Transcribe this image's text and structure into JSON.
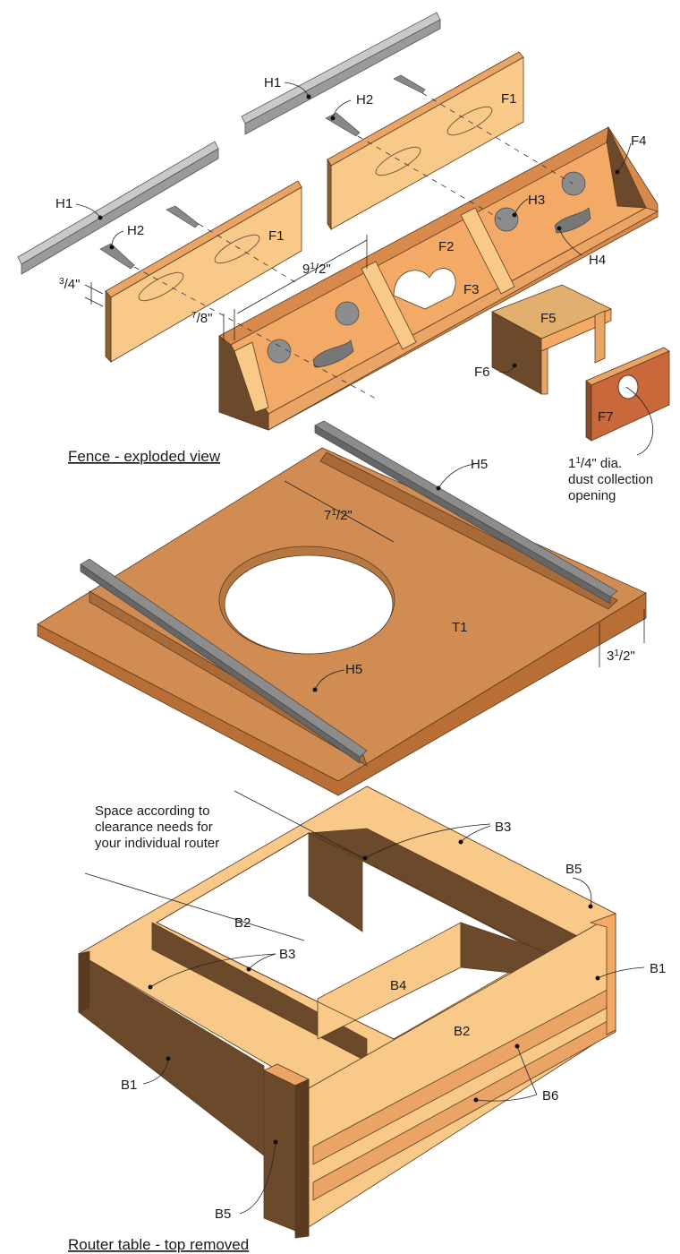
{
  "fence": {
    "caption": "Fence - exploded view",
    "labels": {
      "h1_top": "H1",
      "h1_left": "H1",
      "h2_top": "H2",
      "h2_left": "H2",
      "f1_top": "F1",
      "f1_left": "F1",
      "f2": "F2",
      "f3": "F3",
      "f4": "F4",
      "h3": "H3",
      "h4": "H4",
      "f5": "F5",
      "f6": "F6",
      "f7": "F7"
    },
    "dimensions": {
      "board_thickness": {
        "whole": "",
        "num": "3",
        "den": "/4\""
      },
      "knob_spacing": {
        "whole": "9",
        "num": "1",
        "den": "/2\""
      },
      "offset": {
        "whole": "",
        "num": "7",
        "den": "/8\""
      }
    },
    "dust_note": {
      "whole": "1",
      "num": "1",
      "den": "/4\" dia.",
      "line2": "dust collection",
      "line3": "opening"
    }
  },
  "table_top": {
    "labels": {
      "h5_right": "H5",
      "h5_left": "H5",
      "t1": "T1"
    },
    "dimensions": {
      "hole_offset": {
        "whole": "7",
        "num": "1",
        "den": "/2\""
      },
      "edge_offset": {
        "whole": "3",
        "num": "1",
        "den": "/2\""
      }
    }
  },
  "base": {
    "caption": "Router table - top removed",
    "note": [
      "Space according to",
      "clearance needs for",
      "your individual router"
    ],
    "labels": {
      "b3_top": "B3",
      "b3_left": "B3",
      "b5_right": "B5",
      "b5_left": "B5",
      "b2_back": "B2",
      "b2_front": "B2",
      "b1_right": "B1",
      "b1_left": "B1",
      "b4": "B4",
      "b6": "B6"
    }
  },
  "colors": {
    "light_wood": "#f9c98a",
    "mid_wood": "#e9a466",
    "top_wood": "#d08c52",
    "dark_wood": "#6b4a2c",
    "metal": "#a3a3a3"
  }
}
